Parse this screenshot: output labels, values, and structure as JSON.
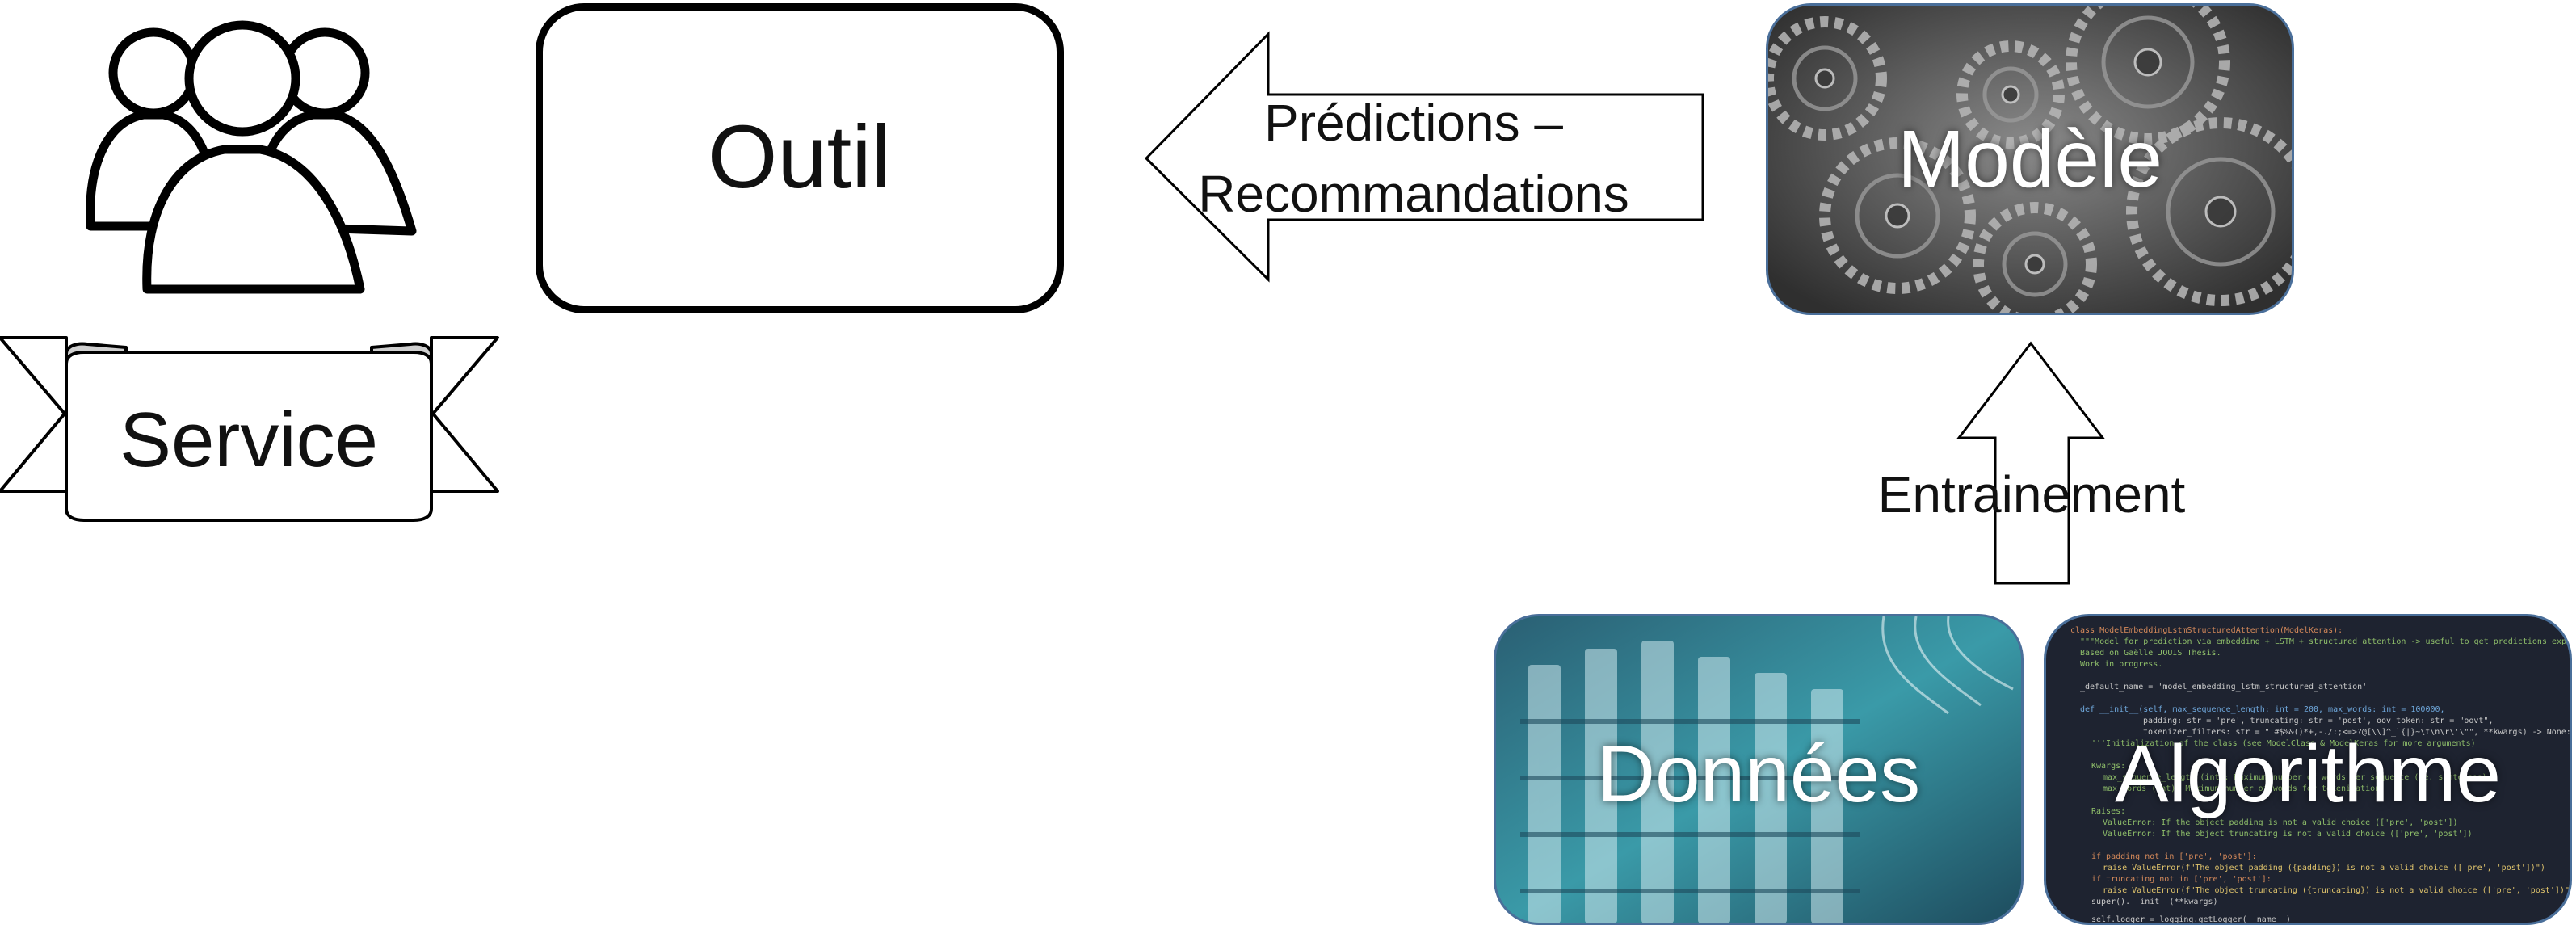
{
  "diagram": {
    "users": {
      "label": "Service"
    },
    "tool": {
      "label": "Outil"
    },
    "predictions_arrow": {
      "line1": "Prédictions –",
      "line2": "Recommandations"
    },
    "model": {
      "label": "Modèle"
    },
    "training_arrow": {
      "label": "Entrainement"
    },
    "data": {
      "label": "Données"
    },
    "algorithm": {
      "label": "Algorithme"
    }
  },
  "colors": {
    "stroke": "#000000",
    "card_border": "#4a6f9a",
    "model_bg": "#5b5b5b",
    "data_bg": "#2e7f8d",
    "algo_bg": "#1e2330"
  }
}
